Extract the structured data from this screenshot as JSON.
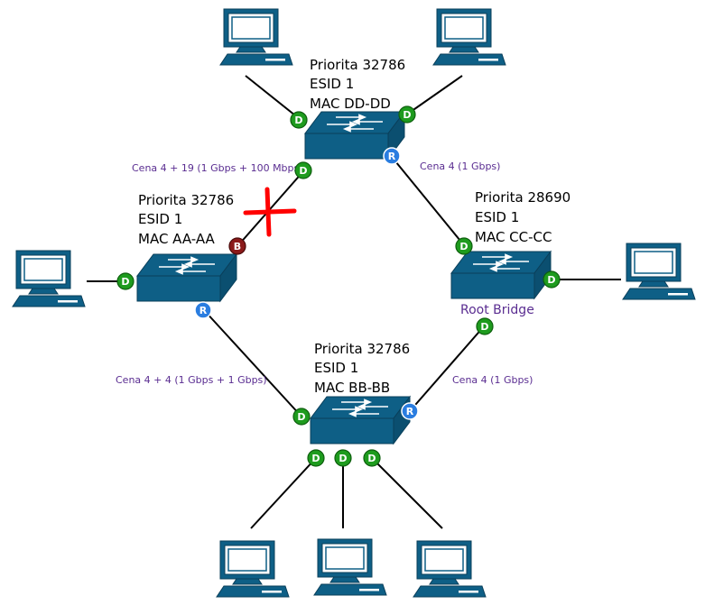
{
  "switches": {
    "top": {
      "priority": "Priorita 32786",
      "esid": "ESID 1",
      "mac": "MAC DD-DD"
    },
    "left": {
      "priority": "Priorita 32786",
      "esid": "ESID 1",
      "mac": "MAC AA-AA"
    },
    "right": {
      "priority": "Priorita 28690",
      "esid": "ESID 1",
      "mac": "MAC CC-CC",
      "role": "Root Bridge"
    },
    "bottom": {
      "priority": "Priorita 32786",
      "esid": "ESID 1",
      "mac": "MAC BB-BB"
    }
  },
  "link_costs": {
    "top_left": "Cena 4 + 19 (1 Gbps + 100 Mbps)",
    "top_right": "Cena 4 (1 Gbps)",
    "left_bottom": "Cena 4 + 4 (1 Gbps + 1 Gbps)",
    "bottom_right": "Cena 4 (1 Gbps)"
  },
  "ports": {
    "designated": "D",
    "root": "R",
    "blocked": "B"
  },
  "colors": {
    "switch": "#0e5f86",
    "designated": "#1e9b1e",
    "root": "#2a7de0",
    "blocked": "#8b1a1a",
    "cost_text": "#5a2d91",
    "blocked_cross": "#ff0000"
  }
}
